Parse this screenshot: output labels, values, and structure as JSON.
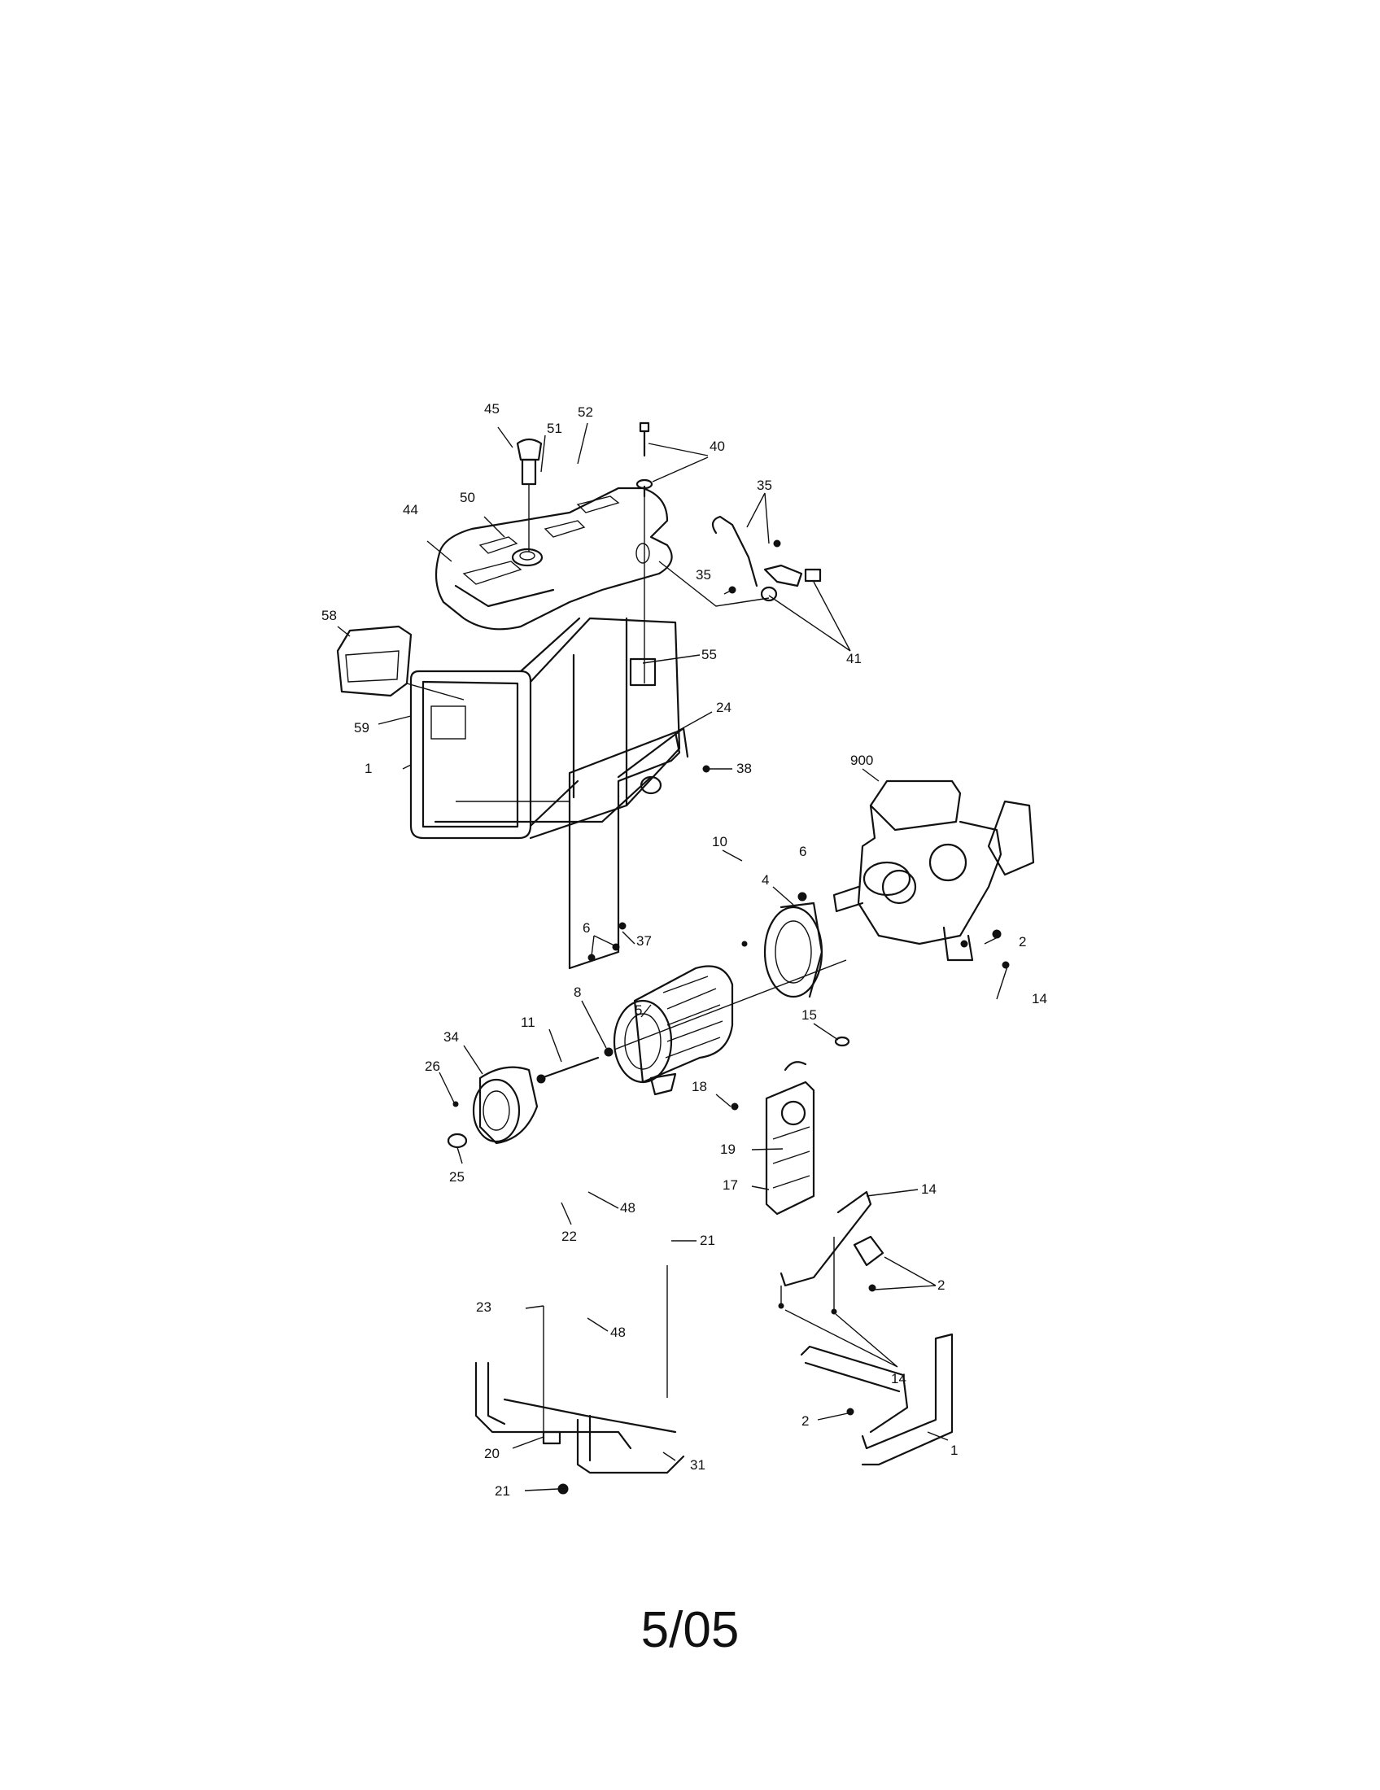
{
  "footer": {
    "code": "5/05"
  },
  "callouts": [
    "45",
    "52",
    "51",
    "40",
    "35",
    "50",
    "44",
    "35",
    "41",
    "58",
    "55",
    "24",
    "59",
    "38",
    "1",
    "900",
    "37",
    "6",
    "4",
    "10",
    "6",
    "2",
    "14",
    "5",
    "8",
    "15",
    "34",
    "11",
    "26",
    "18",
    "19",
    "25",
    "17",
    "14",
    "48",
    "22",
    "21",
    "2",
    "23",
    "48",
    "14",
    "2",
    "1",
    "20",
    "31",
    "21"
  ]
}
